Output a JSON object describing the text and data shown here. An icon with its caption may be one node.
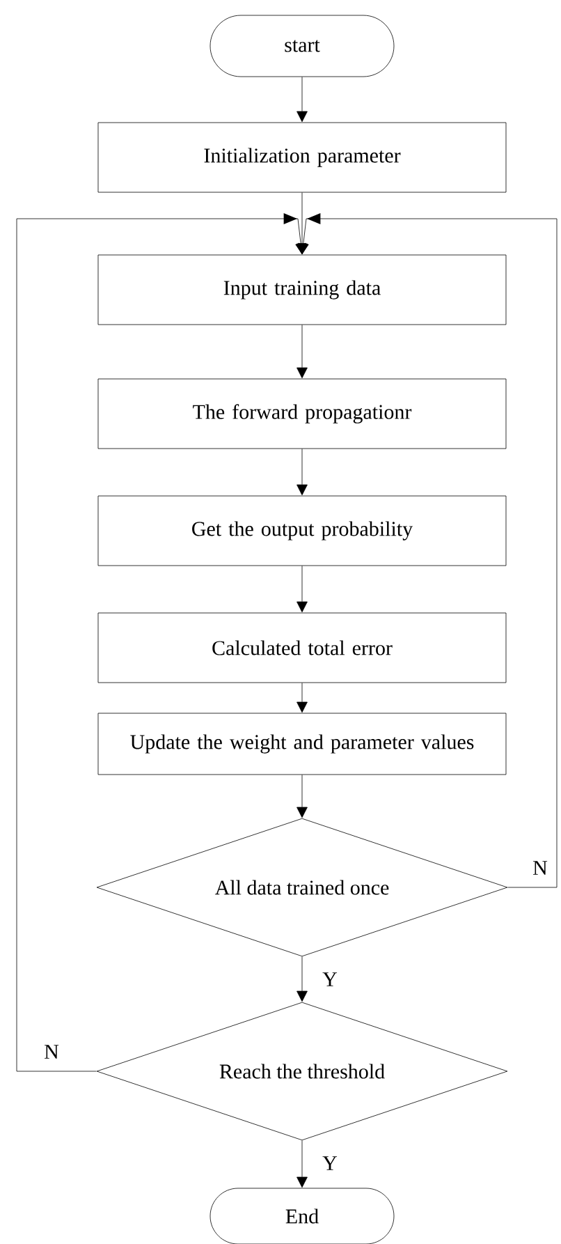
{
  "diagram": {
    "nodes": [
      {
        "text": [
          "start"
        ]
      },
      {
        "text": [
          "Initialization parameter"
        ]
      },
      {
        "text": [
          "Input training data"
        ]
      },
      {
        "text": [
          "The forward propagationr"
        ]
      },
      {
        "text": [
          "Get the output probability"
        ]
      },
      {
        "text": [
          "Calculated total error"
        ]
      },
      {
        "text": [
          "Update the weight and parameter values"
        ]
      },
      {
        "text": [
          "All data trained once"
        ]
      },
      {
        "text": [
          "Reach the threshold"
        ]
      },
      {
        "text": [
          "End"
        ]
      }
    ],
    "edges": [
      {
        "from": 0,
        "to": 1,
        "arrow": "to"
      },
      {
        "from": 1,
        "to": 2,
        "arrow": "to"
      },
      {
        "from": 2,
        "to": 3,
        "arrow": "to"
      },
      {
        "from": 3,
        "to": 4,
        "arrow": "to"
      },
      {
        "from": 4,
        "to": 5,
        "arrow": "to"
      },
      {
        "from": 5,
        "to": 6,
        "arrow": "to"
      },
      {
        "from": 6,
        "to": 7,
        "arrow": "to"
      },
      {
        "from": 7,
        "to": 8,
        "arrow": "to",
        "label": "Y"
      },
      {
        "from": 8,
        "to": 9,
        "arrow": "to",
        "label": "Y"
      },
      {
        "from": 7,
        "to": 2,
        "arrow": "to",
        "label": "N"
      },
      {
        "from": 8,
        "to": 2,
        "arrow": "to",
        "label": "N"
      }
    ]
  }
}
